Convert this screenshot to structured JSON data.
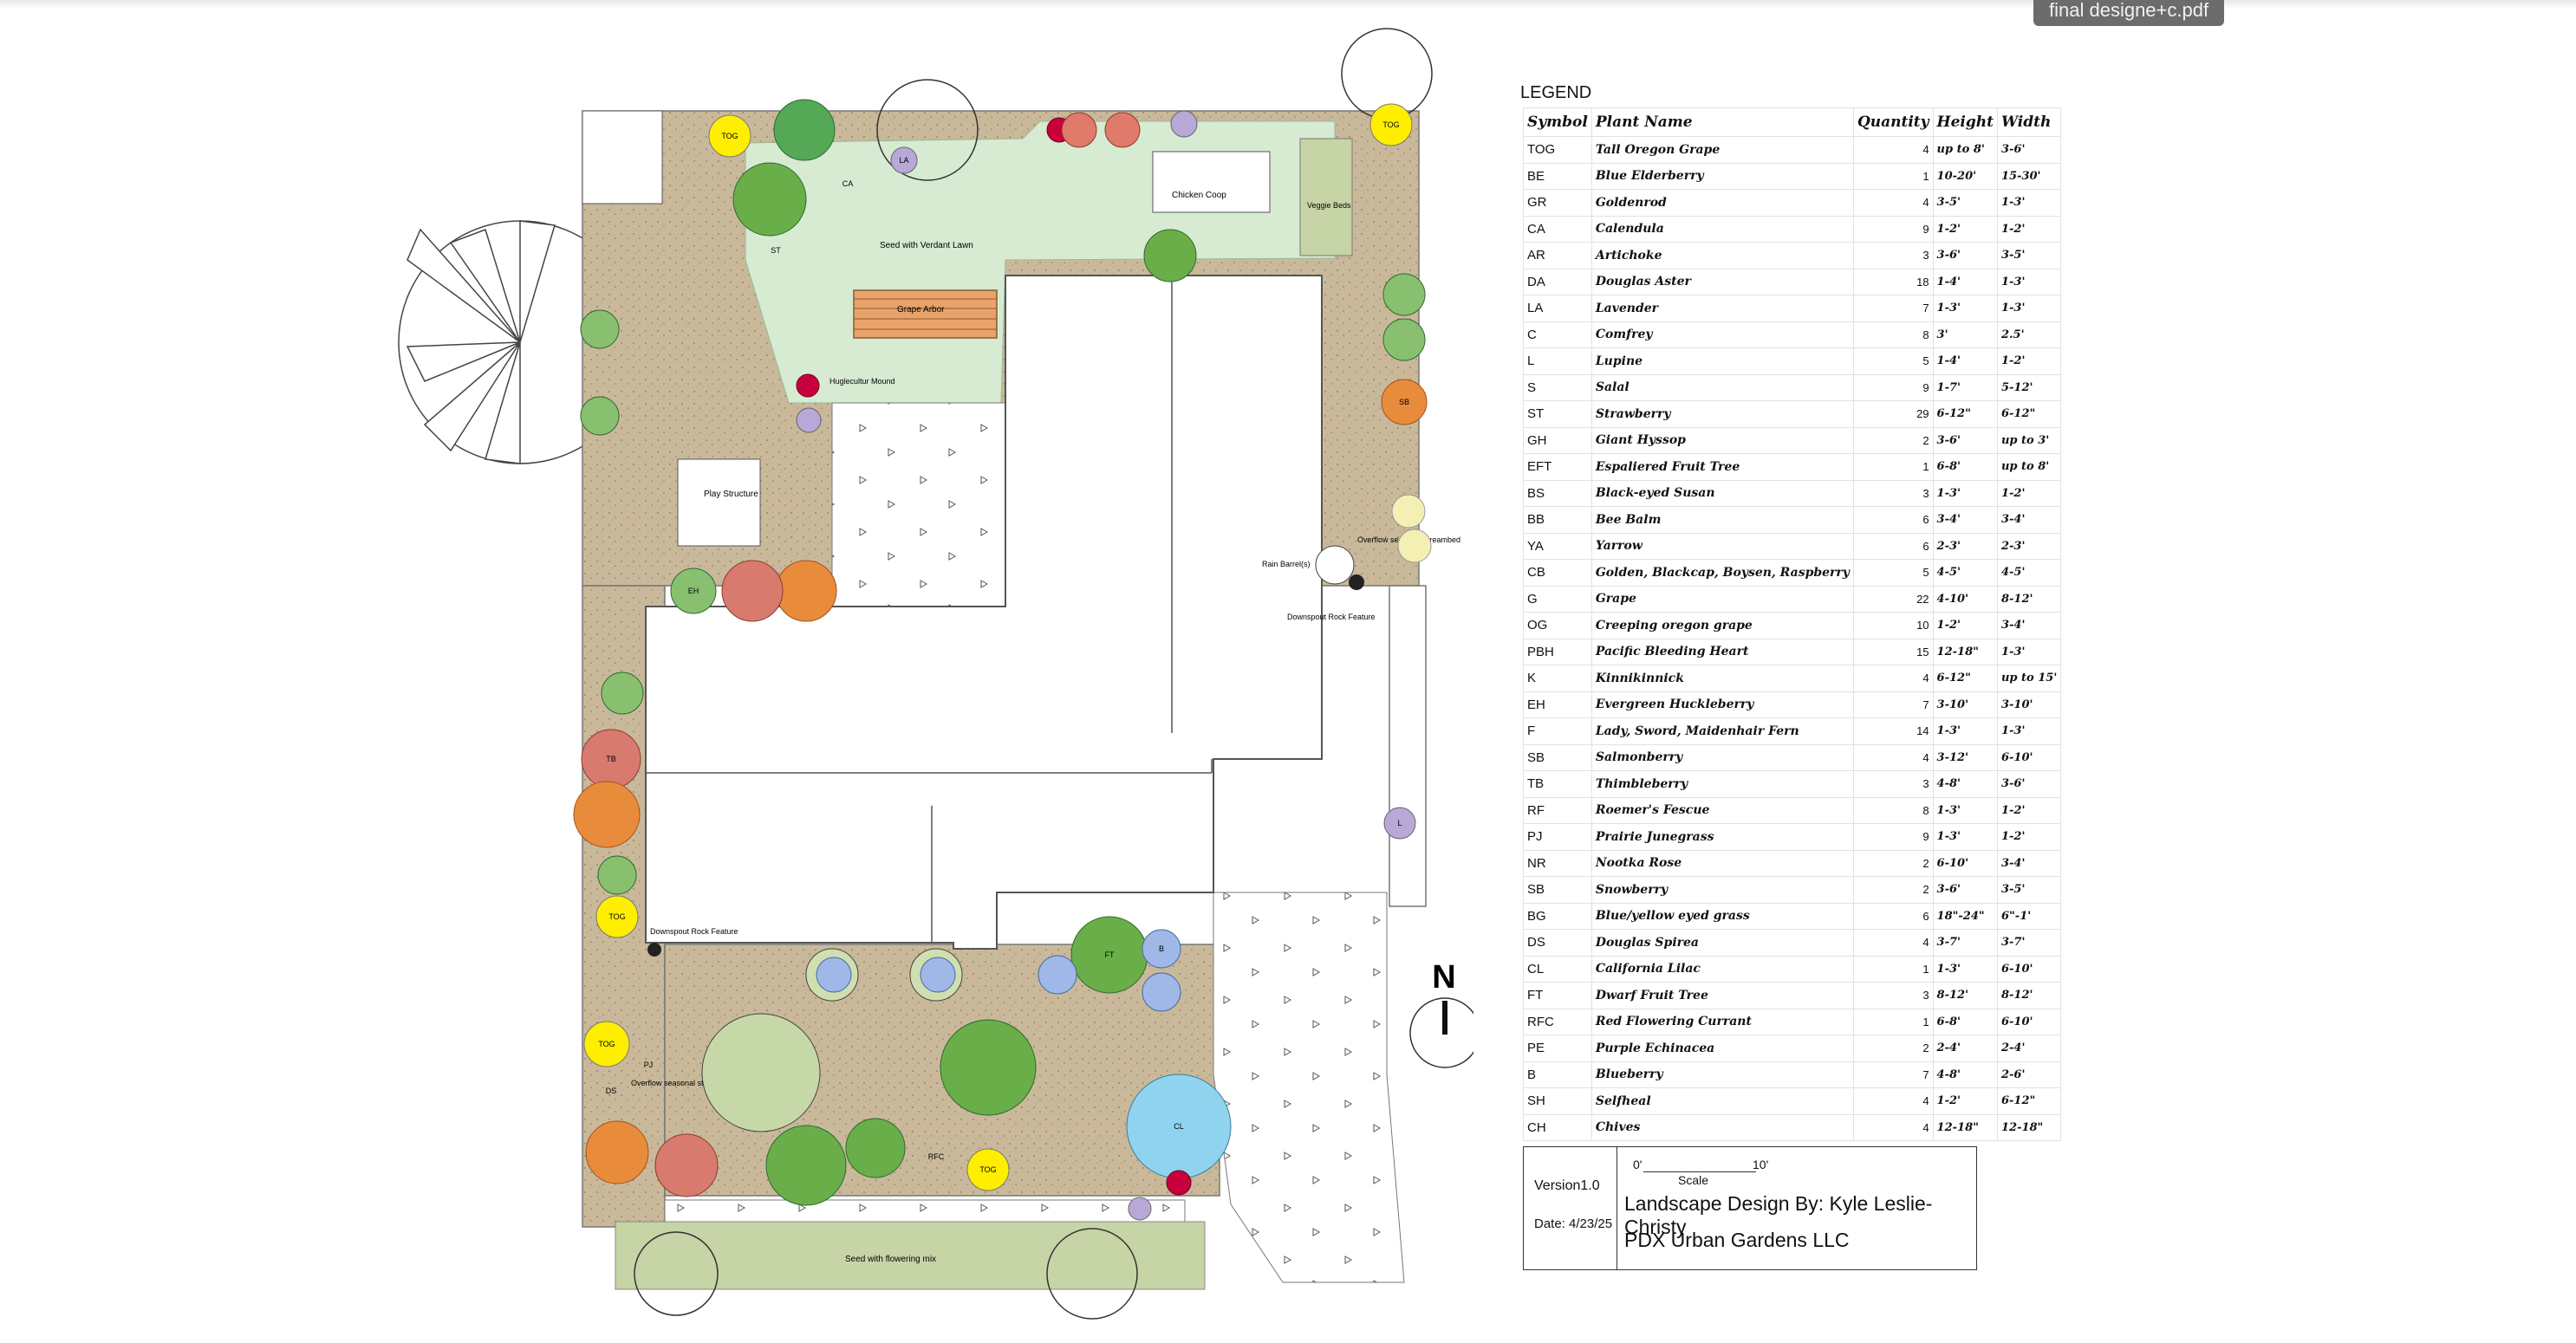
{
  "viewer": {
    "file_name": "final designe+c.pdf"
  },
  "plan": {
    "labels": {
      "lawn": "Seed with Verdant Lawn",
      "chicken_coop": "Chicken Coop",
      "veggie_beds": "Veggie Beds",
      "grape_arbor": "Grape Arbor",
      "hugelkultur": "Huglecultur Mound",
      "play_structure": "Play Structure",
      "rain_barrel": "Rain Barrel(s)",
      "overflow_right": "Overflow seasonal streambed",
      "downspout_right": "Downspout Rock Feature",
      "downspout_left": "Downspout Rock Feature",
      "overflow_left": "Overflow seasonal streambed",
      "flowering_mix": "Seed with flowering mix"
    },
    "compass": {
      "letter": "N"
    },
    "plant_tags": {
      "tog1": "TOG",
      "tog2": "TOG",
      "tog3": "TOG",
      "tog4": "TOG",
      "tog5": "TOG",
      "sb": "SB",
      "tb": "TB",
      "eh": "EH",
      "b": "B",
      "l": "L",
      "la": "LA",
      "ca": "CA",
      "rfc": "RFC",
      "ft": "FT",
      "cl": "CL",
      "ds": "DS",
      "st": "ST",
      "pj": "PJ"
    },
    "colors": {
      "lawn": "#d6ebd2",
      "mulch": "#c9b99a",
      "strip": "#c6d4a6",
      "tog": "#ffee00",
      "salmonberry": "#e88c3c",
      "thimbleberry": "#d87b6e",
      "blueberry": "#9fb8e8",
      "lilac": "#8fd3ef",
      "currant": "#c8003c"
    }
  },
  "legend": {
    "heading": "LEGEND",
    "columns": [
      "Symbol",
      "Plant Name",
      "Quantity",
      "Height",
      "Width"
    ],
    "rows": [
      {
        "symbol": "TOG",
        "name": "Tall Oregon Grape",
        "quantity": "4",
        "height": "up to 8'",
        "width": "3-6'"
      },
      {
        "symbol": "BE",
        "name": "Blue Elderberry",
        "quantity": "1",
        "height": "10-20'",
        "width": "15-30'"
      },
      {
        "symbol": "GR",
        "name": "Goldenrod",
        "quantity": "4",
        "height": "3-5'",
        "width": "1-3'"
      },
      {
        "symbol": "CA",
        "name": "Calendula",
        "quantity": "9",
        "height": "1-2'",
        "width": "1-2'"
      },
      {
        "symbol": "AR",
        "name": "Artichoke",
        "quantity": "3",
        "height": "3-6'",
        "width": "3-5'"
      },
      {
        "symbol": "DA",
        "name": "Douglas Aster",
        "quantity": "18",
        "height": "1-4'",
        "width": "1-3'"
      },
      {
        "symbol": "LA",
        "name": "Lavender",
        "quantity": "7",
        "height": "1-3'",
        "width": "1-3'"
      },
      {
        "symbol": "C",
        "name": "Comfrey",
        "quantity": "8",
        "height": "3'",
        "width": "2.5'"
      },
      {
        "symbol": "L",
        "name": "Lupine",
        "quantity": "5",
        "height": "1-4'",
        "width": "1-2'"
      },
      {
        "symbol": "S",
        "name": "Salal",
        "quantity": "9",
        "height": "1-7'",
        "width": "5-12'"
      },
      {
        "symbol": "ST",
        "name": "Strawberry",
        "quantity": "29",
        "height": "6-12\"",
        "width": "6-12\""
      },
      {
        "symbol": "GH",
        "name": "Giant Hyssop",
        "quantity": "2",
        "height": "3-6'",
        "width": "up to 3'"
      },
      {
        "symbol": "EFT",
        "name": "Espaliered Fruit Tree",
        "quantity": "1",
        "height": "6-8'",
        "width": "up to 8'"
      },
      {
        "symbol": "BS",
        "name": "Black-eyed Susan",
        "quantity": "3",
        "height": "1-3'",
        "width": "1-2'"
      },
      {
        "symbol": "BB",
        "name": "Bee Balm",
        "quantity": "6",
        "height": "3-4'",
        "width": "3-4'"
      },
      {
        "symbol": "YA",
        "name": "Yarrow",
        "quantity": "6",
        "height": "2-3'",
        "width": "2-3'"
      },
      {
        "symbol": "CB",
        "name": "Golden, Blackcap, Boysen, Raspberry",
        "quantity": "5",
        "height": "4-5'",
        "width": "4-5'"
      },
      {
        "symbol": "G",
        "name": "Grape",
        "quantity": "22",
        "height": "4-10'",
        "width": "8-12'"
      },
      {
        "symbol": "OG",
        "name": "Creeping oregon grape",
        "quantity": "10",
        "height": "1-2'",
        "width": "3-4'"
      },
      {
        "symbol": "PBH",
        "name": "Pacific Bleeding Heart",
        "quantity": "15",
        "height": "12-18\"",
        "width": "1-3'"
      },
      {
        "symbol": "K",
        "name": "Kinnikinnick",
        "quantity": "4",
        "height": "6-12\"",
        "width": "up to 15'"
      },
      {
        "symbol": "EH",
        "name": "Evergreen Huckleberry",
        "quantity": "7",
        "height": "3-10'",
        "width": "3-10'"
      },
      {
        "symbol": "F",
        "name": "Lady, Sword, Maidenhair Fern",
        "quantity": "14",
        "height": "1-3'",
        "width": "1-3'"
      },
      {
        "symbol": "SB",
        "name": "Salmonberry",
        "quantity": "4",
        "height": "3-12'",
        "width": "6-10'"
      },
      {
        "symbol": "TB",
        "name": "Thimbleberry",
        "quantity": "3",
        "height": "4-8'",
        "width": "3-6'"
      },
      {
        "symbol": "RF",
        "name": "Roemer's Fescue",
        "quantity": "8",
        "height": "1-3'",
        "width": "1-2'"
      },
      {
        "symbol": "PJ",
        "name": "Prairie Junegrass",
        "quantity": "9",
        "height": "1-3'",
        "width": "1-2'"
      },
      {
        "symbol": "NR",
        "name": "Nootka Rose",
        "quantity": "2",
        "height": "6-10'",
        "width": "3-4'"
      },
      {
        "symbol": "SB",
        "name": "Snowberry",
        "quantity": "2",
        "height": "3-6'",
        "width": "3-5'"
      },
      {
        "symbol": "BG",
        "name": "Blue/yellow eyed grass",
        "quantity": "6",
        "height": "18\"-24\"",
        "width": "6\"-1'"
      },
      {
        "symbol": "DS",
        "name": "Douglas Spirea",
        "quantity": "4",
        "height": "3-7'",
        "width": "3-7'"
      },
      {
        "symbol": "CL",
        "name": "California Lilac",
        "quantity": "1",
        "height": "1-3'",
        "width": "6-10'"
      },
      {
        "symbol": "FT",
        "name": "Dwarf Fruit Tree",
        "quantity": "3",
        "height": "8-12'",
        "width": "8-12'"
      },
      {
        "symbol": "RFC",
        "name": "Red Flowering Currant",
        "quantity": "1",
        "height": "6-8'",
        "width": "6-10'"
      },
      {
        "symbol": "PE",
        "name": "Purple Echinacea",
        "quantity": "2",
        "height": "2-4'",
        "width": "2-4'"
      },
      {
        "symbol": "B",
        "name": "Blueberry",
        "quantity": "7",
        "height": "4-8'",
        "width": "2-6'"
      },
      {
        "symbol": "SH",
        "name": "Selfheal",
        "quantity": "4",
        "height": "1-2'",
        "width": "6-12\""
      },
      {
        "symbol": "CH",
        "name": "Chives",
        "quantity": "4",
        "height": "12-18\"",
        "width": "12-18\""
      }
    ]
  },
  "title_block": {
    "version": "Version1.0",
    "date": "Date: 4/23/25",
    "scale_start": "0'",
    "scale_end": "10'",
    "scale_label": "Scale",
    "designer": "Landscape Design By: Kyle Leslie-Christy",
    "company": "PDX Urban Gardens LLC"
  }
}
